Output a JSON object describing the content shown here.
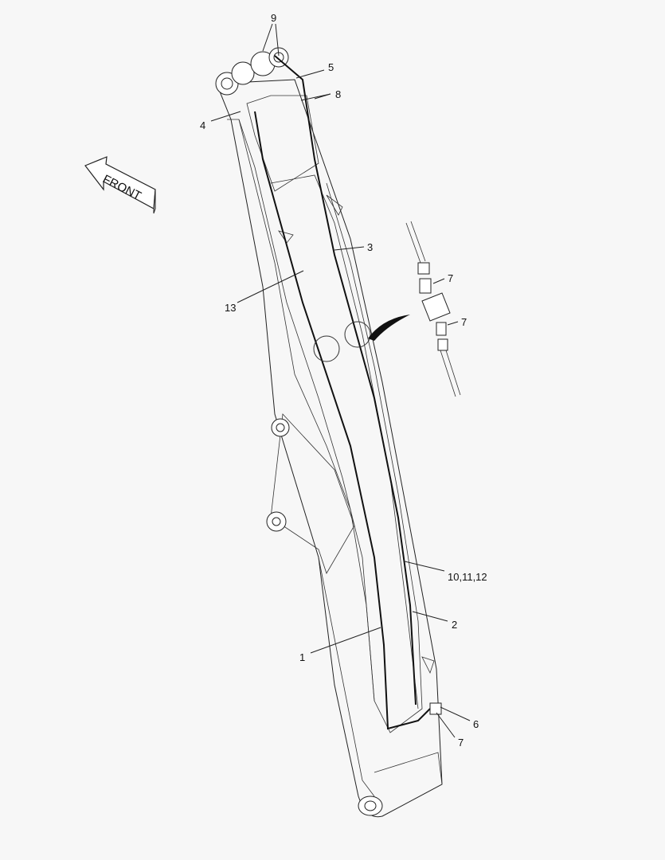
{
  "diagram": {
    "front_arrow_label": "FRONT",
    "callouts": [
      {
        "id": "c9",
        "label": "9"
      },
      {
        "id": "c5",
        "label": "5"
      },
      {
        "id": "c8",
        "label": "8"
      },
      {
        "id": "c4",
        "label": "4"
      },
      {
        "id": "c3",
        "label": "3"
      },
      {
        "id": "c13",
        "label": "13"
      },
      {
        "id": "c7a",
        "label": "7"
      },
      {
        "id": "c7b",
        "label": "7"
      },
      {
        "id": "c10",
        "label": "10,11,12"
      },
      {
        "id": "c2",
        "label": "2"
      },
      {
        "id": "c1",
        "label": "1"
      },
      {
        "id": "c6",
        "label": "6"
      },
      {
        "id": "c7c",
        "label": "7"
      }
    ]
  }
}
